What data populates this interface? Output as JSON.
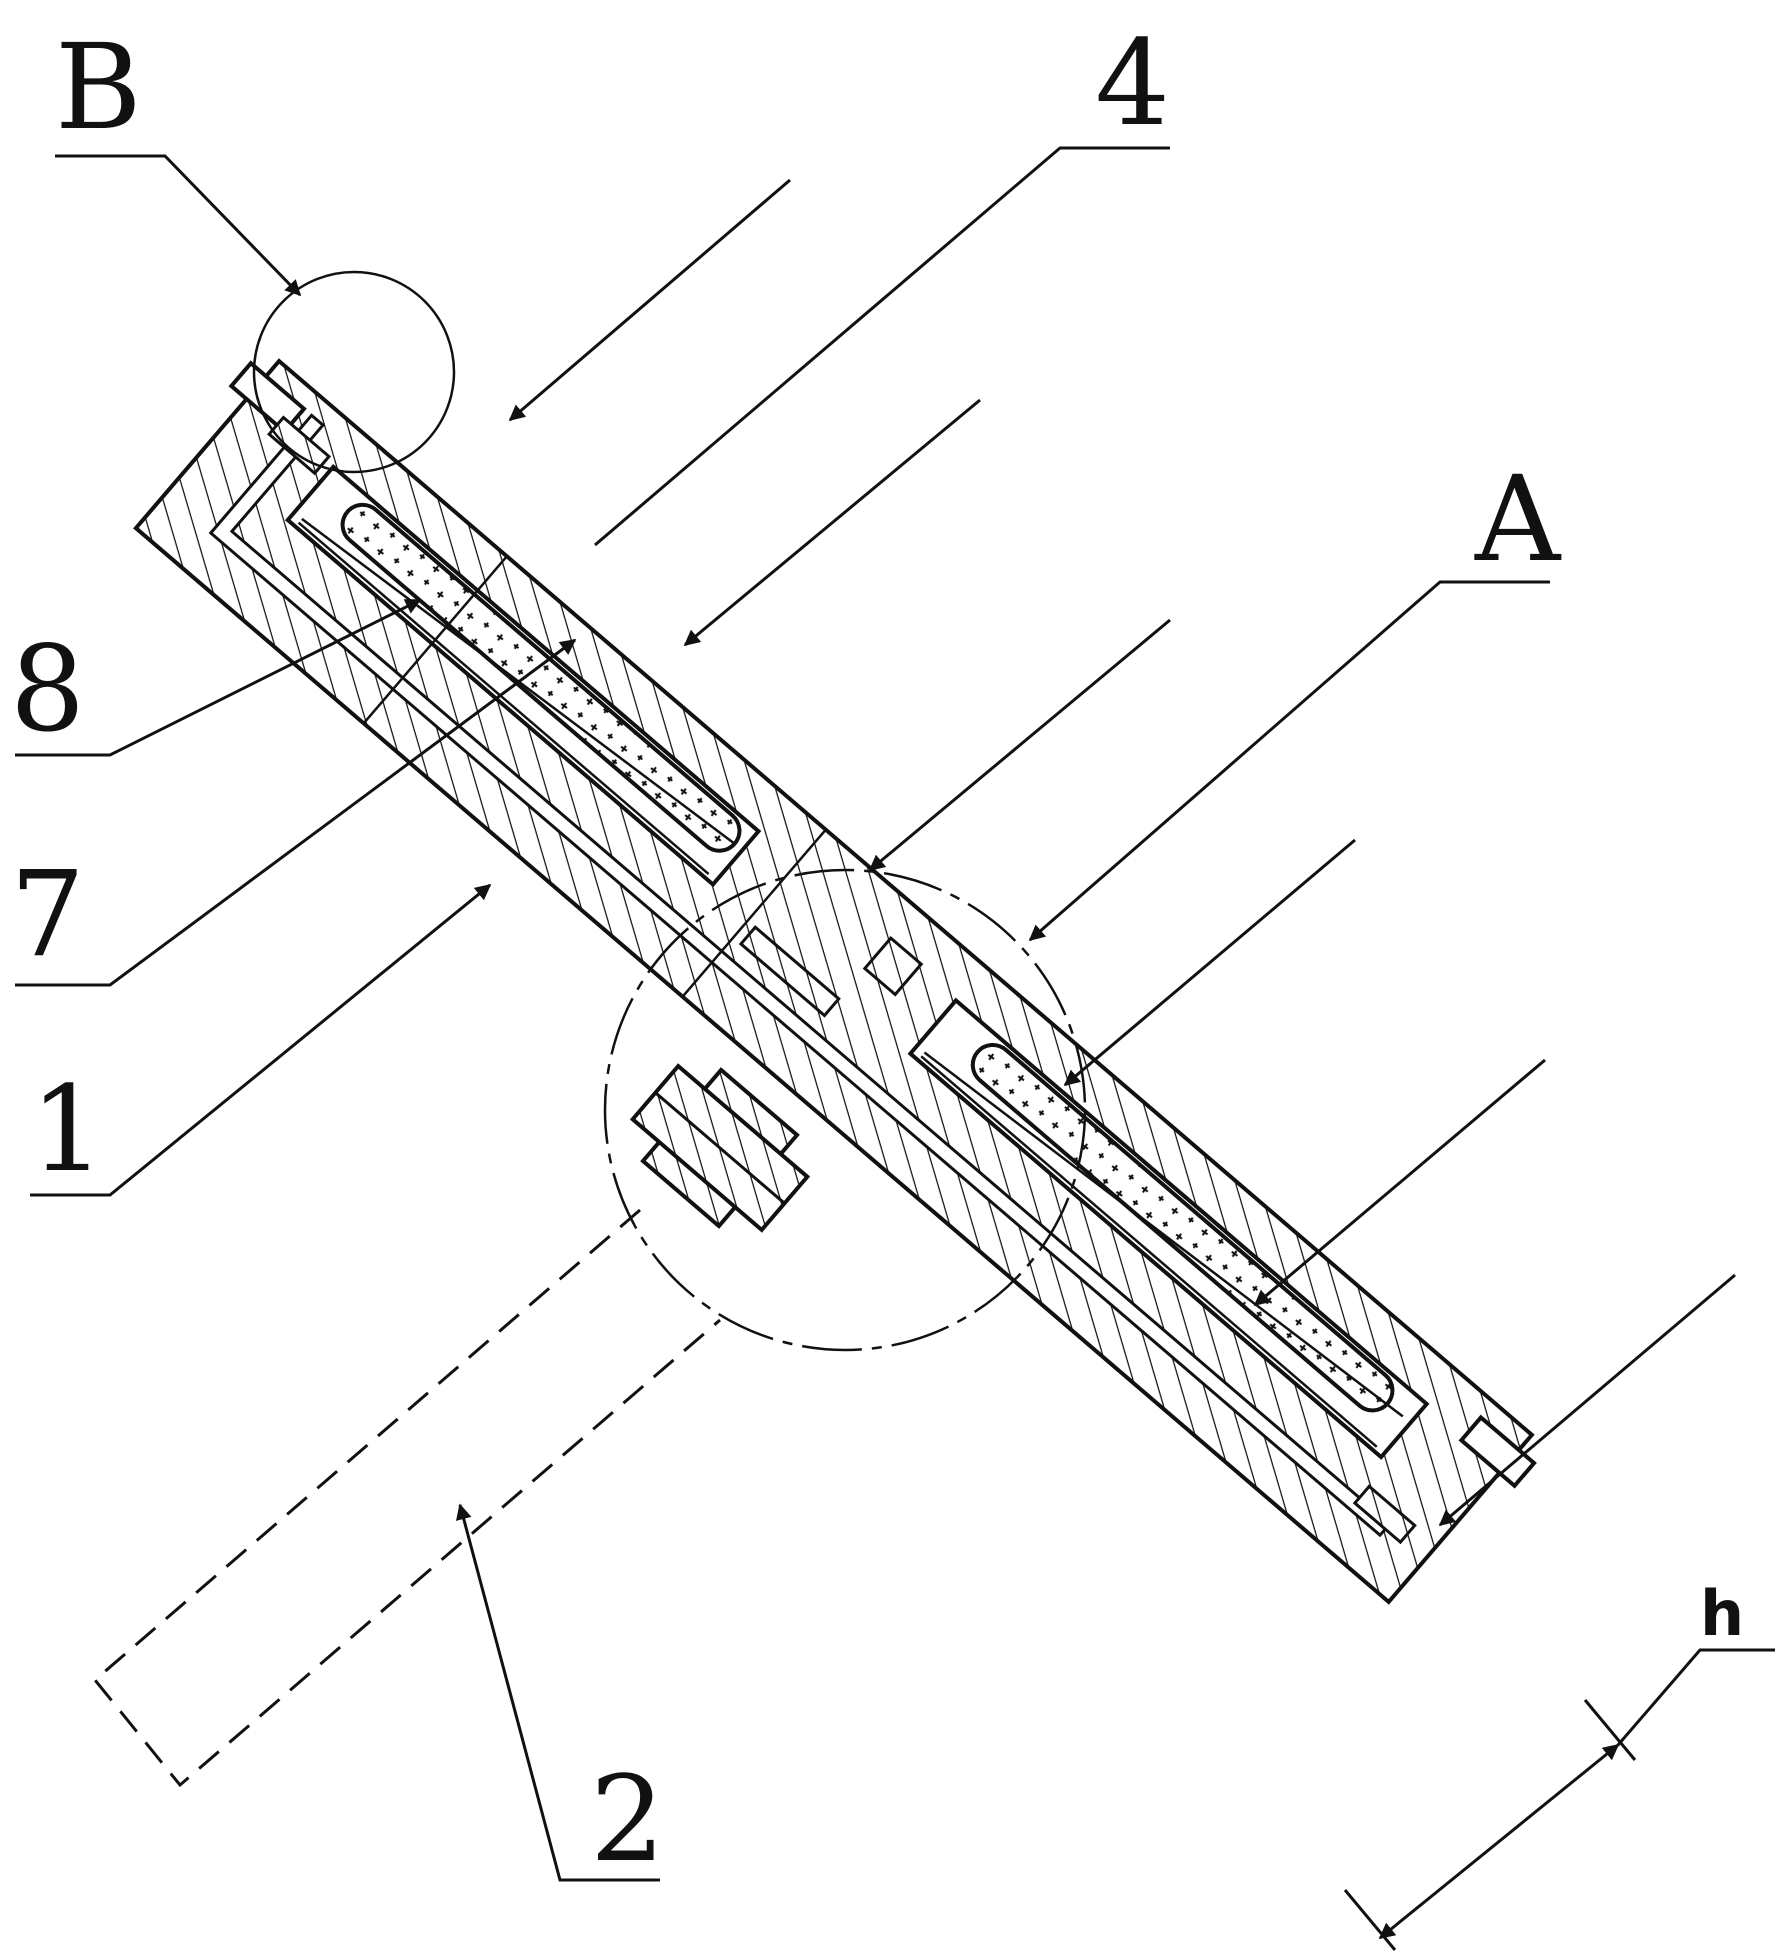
{
  "labels": {
    "B": "B",
    "four": "4",
    "A": "A",
    "eight": "8",
    "seven": "7",
    "one": "1",
    "two": "2",
    "h": "h"
  },
  "colors": {
    "line": "#111111",
    "background": "#ffffff"
  }
}
